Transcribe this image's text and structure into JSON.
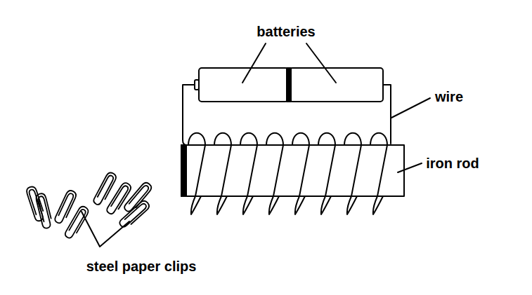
{
  "diagram": {
    "labels": [
      "batteries",
      "wire",
      "iron rod",
      "steel paper clips"
    ]
  }
}
